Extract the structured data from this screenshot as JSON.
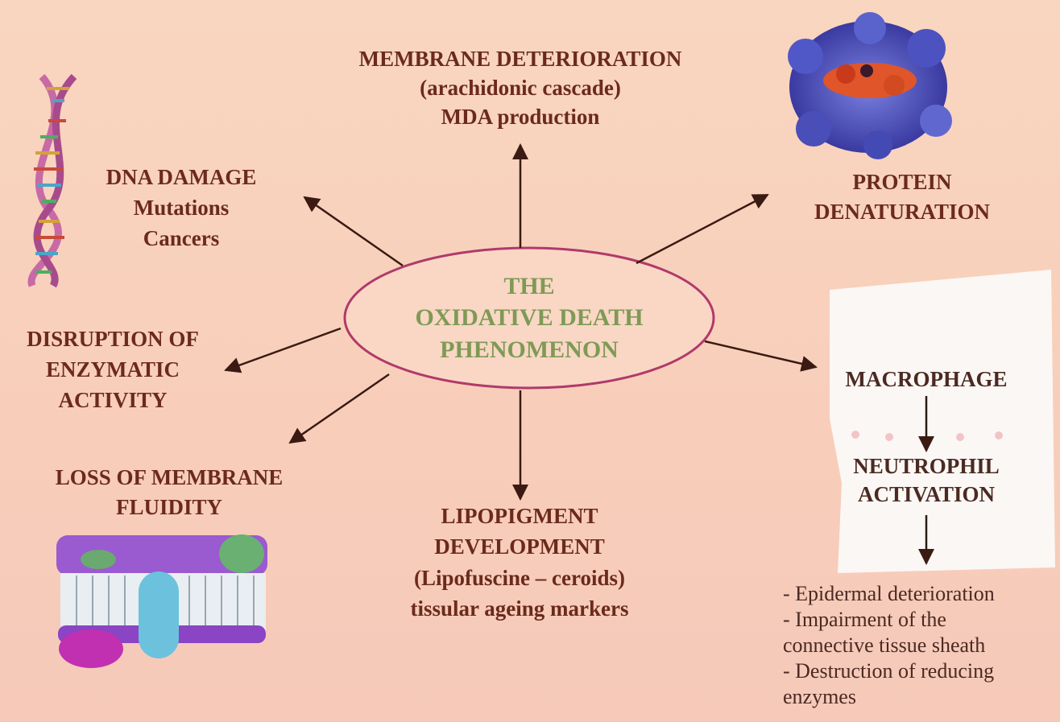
{
  "center": {
    "line1": "THE",
    "line2": "OXIDATIVE DEATH",
    "line3": "PHENOMENON"
  },
  "membrane_deterioration": {
    "line1": "MEMBRANE DETERIORATION",
    "line2": "(arachidonic cascade)",
    "line3": "MDA production"
  },
  "dna_damage": {
    "line1": "DNA DAMAGE",
    "line2": "Mutations",
    "line3": "Cancers"
  },
  "protein": {
    "line1": "PROTEIN",
    "line2": "DENATURATION"
  },
  "enzymatic": {
    "line1": "DISRUPTION OF",
    "line2": "ENZYMATIC",
    "line3": "ACTIVITY"
  },
  "fluidity": {
    "line1": "LOSS OF MEMBRANE",
    "line2": "FLUIDITY"
  },
  "lipopigment": {
    "line1": "LIPOPIGMENT",
    "line2": "DEVELOPMENT",
    "line3": "(Lipofuscine – ceroids)",
    "line4": "tissular ageing markers"
  },
  "macrophage": {
    "label": "MACROPHAGE"
  },
  "neutrophil": {
    "line1": "NEUTROPHIL",
    "line2": "ACTIVATION"
  },
  "consequences": [
    "- Epidermal deterioration",
    "- Impairment of the",
    "connective tissue sheath",
    "- Destruction of reducing",
    "enzymes"
  ],
  "colors": {
    "background": "#f8d0bc",
    "text": "#6b2a1c",
    "center_text": "#7e9a56",
    "ellipse_stroke": "#b03a6a"
  }
}
